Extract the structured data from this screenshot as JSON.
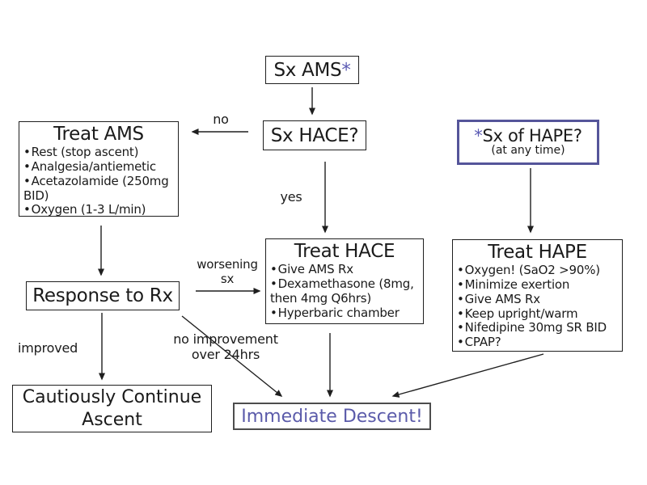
{
  "colors": {
    "accent_text": "#5b5baa",
    "hape_border": "#55559a",
    "box_border": "#1f1f1f",
    "descent_border": "#4d4d4d"
  },
  "boxes": {
    "sx_ams": {
      "label": "Sx AMS",
      "asterisk": "*"
    },
    "sx_hace": {
      "label": "Sx HACE?"
    },
    "treat_ams": {
      "title": "Treat AMS",
      "items": [
        "Rest (stop ascent)",
        "Analgesia/antiemetic",
        "Acetazolamide (250mg BID)",
        "Oxygen (1-3 L/min)"
      ]
    },
    "hape_q": {
      "asterisk": "*",
      "label": "Sx of HAPE?",
      "sub": "(at any time)"
    },
    "treat_hace": {
      "title": "Treat HACE",
      "items": [
        "Give AMS Rx",
        "Dexamethasone (8mg, then 4mg Q6hrs)",
        "Hyperbaric chamber"
      ]
    },
    "treat_hape": {
      "title": "Treat HAPE",
      "items": [
        "Oxygen! (SaO2 >90%)",
        "Minimize exertion",
        "Give AMS Rx",
        "Keep upright/warm",
        "Nifedipine 30mg SR BID",
        "CPAP?"
      ]
    },
    "response": {
      "label": "Response to Rx"
    },
    "cautiously": {
      "label": "Cautiously Continue Ascent"
    },
    "immediate": {
      "label": "Immediate Descent!"
    }
  },
  "edge_labels": {
    "no": "no",
    "yes": "yes",
    "worsening": "worsening sx",
    "improved": "improved",
    "no_improvement": "no improvement over 24hrs"
  }
}
